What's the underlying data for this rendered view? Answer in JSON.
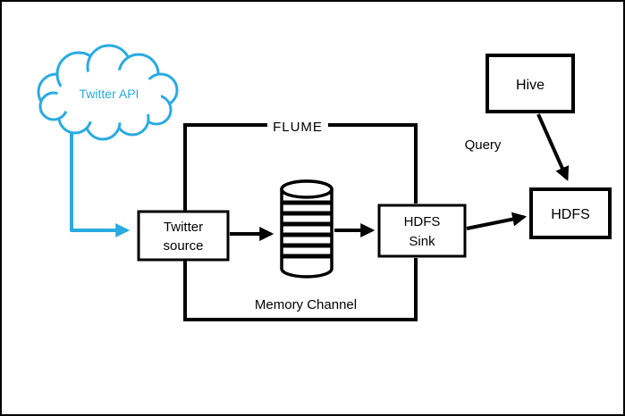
{
  "diagram": {
    "background": "#ffffff",
    "border_color": "#000000",
    "accent_blue": "#29abe2",
    "line_black": "#000000",
    "nodes": {
      "twitter_api": {
        "label": "Twitter API",
        "shape": "cloud"
      },
      "twitter_source": {
        "lines": [
          "Twitter",
          "source"
        ],
        "shape": "rect"
      },
      "memory_channel_cylinder": {
        "shape": "cylinder"
      },
      "hdfs_sink": {
        "lines": [
          "HDFS",
          "Sink"
        ],
        "shape": "rect"
      },
      "hdfs": {
        "label": "HDFS",
        "shape": "rect"
      },
      "hive": {
        "label": "Hive",
        "shape": "rect"
      }
    },
    "labels": {
      "flume": "FLUME",
      "memory_channel": "Memory Channel",
      "query": "Query"
    },
    "edges": [
      {
        "from": "twitter_api",
        "to": "twitter_source",
        "color": "#29abe2"
      },
      {
        "from": "twitter_source",
        "to": "memory_channel_cylinder",
        "color": "#000000"
      },
      {
        "from": "memory_channel_cylinder",
        "to": "hdfs_sink",
        "color": "#000000"
      },
      {
        "from": "hdfs_sink",
        "to": "hdfs",
        "color": "#000000"
      },
      {
        "from": "hive",
        "to": "hdfs",
        "color": "#000000",
        "label": "Query"
      }
    ]
  }
}
